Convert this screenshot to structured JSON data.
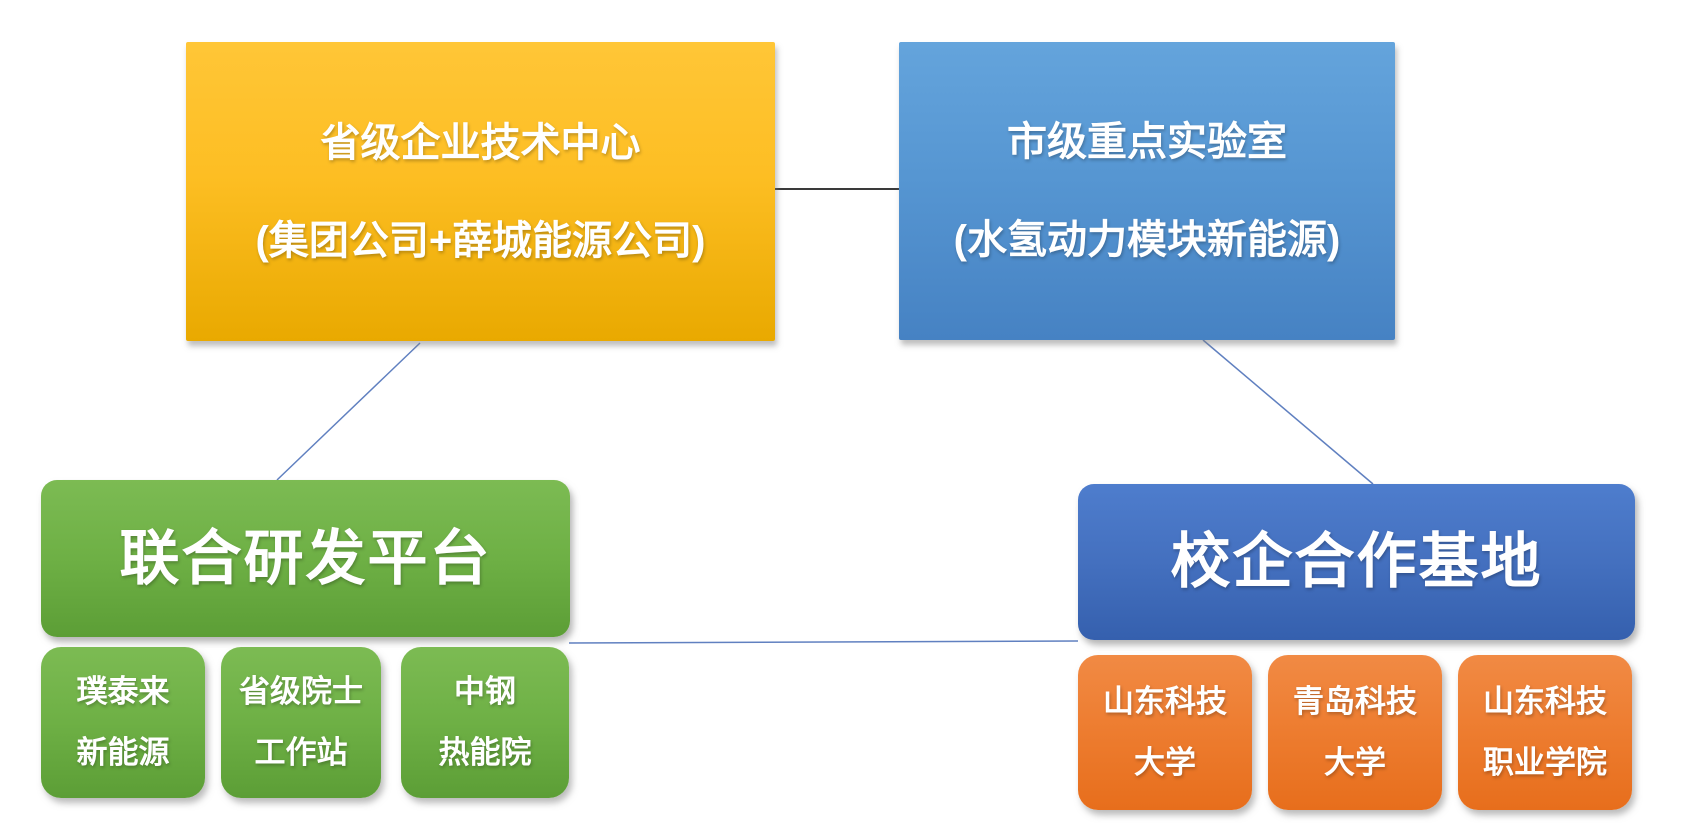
{
  "diagram": {
    "nodes": {
      "tech_center": {
        "line1": "省级企业技术中心",
        "line2": "(集团公司+薛城能源公司)"
      },
      "key_lab": {
        "line1": "市级重点实验室",
        "line2": "(水氢动力模块新能源)"
      },
      "joint_rd_platform": {
        "label": "联合研发平台"
      },
      "school_enterprise_base": {
        "label": "校企合作基地"
      },
      "rd_partners": [
        {
          "line1": "璞泰来",
          "line2": "新能源"
        },
        {
          "line1": "省级院士",
          "line2": "工作站"
        },
        {
          "line1": "中钢",
          "line2": "热能院"
        }
      ],
      "partner_schools": [
        {
          "line1": "山东科技",
          "line2": "大学"
        },
        {
          "line1": "青岛科技",
          "line2": "大学"
        },
        {
          "line1": "山东科技",
          "line2": "职业学院"
        }
      ]
    },
    "colors": {
      "gold": "#FFC000",
      "sky_blue": "#5B9BD5",
      "green": "#70AD47",
      "royal_blue": "#4472C4",
      "orange": "#ED7D31",
      "connector_dark": "#3A3A3A",
      "connector_blue": "#6080C0",
      "text": "#FFFFFF",
      "background": "#FFFFFF"
    }
  }
}
